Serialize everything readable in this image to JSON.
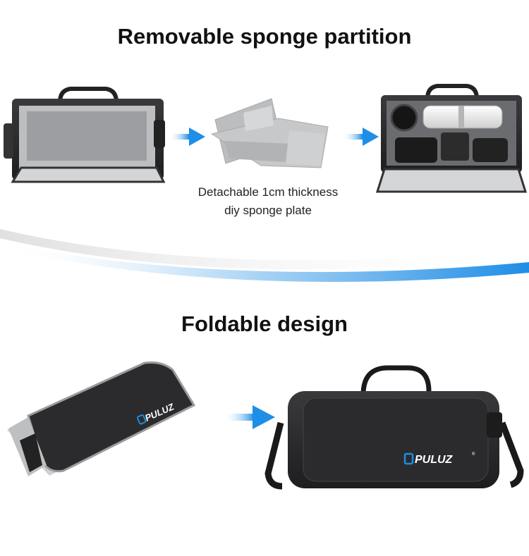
{
  "sections": [
    {
      "heading": "Removable sponge partition",
      "caption_lines": [
        "Detachable 1cm thickness",
        "diy sponge plate"
      ]
    },
    {
      "heading": "Foldable design"
    }
  ],
  "brand": {
    "logo_text": "PULUZ",
    "logo_mark": "®",
    "logo_color": "#1a8fe0"
  },
  "colors": {
    "arrow": "#2a8fe0",
    "swoosh": "#1f8ee6",
    "bag_body": "#2a2a2c",
    "bag_liner": "#c9cacc"
  }
}
